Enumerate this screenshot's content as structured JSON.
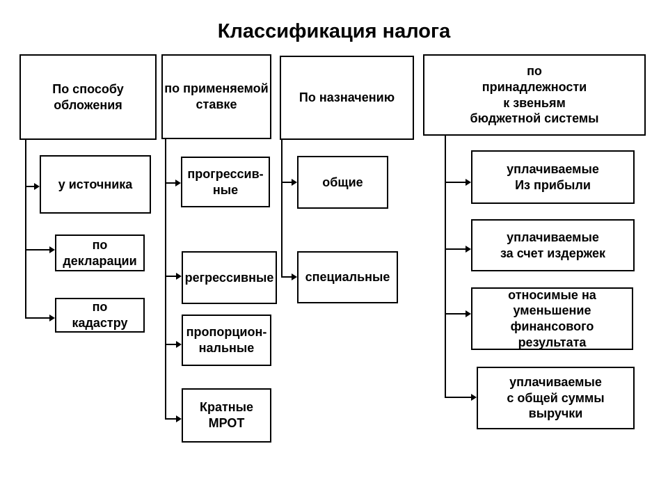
{
  "title": "Классификация налога",
  "colors": {
    "ink": "#000000",
    "background": "#ffffff"
  },
  "columns": [
    {
      "header": "По способу\nобложения",
      "children": [
        {
          "label": "у источника"
        },
        {
          "label": "по\nдекларации"
        },
        {
          "label": "по\nкадастру"
        }
      ]
    },
    {
      "header": "по применяемой\nставке",
      "children": [
        {
          "label": "прогрессив-\nные"
        },
        {
          "label": "регрессивные"
        },
        {
          "label": "пропорцион-\nнальные"
        },
        {
          "label": "Кратные\nМРОТ"
        }
      ]
    },
    {
      "header": "По назначению",
      "children": [
        {
          "label": "общие"
        },
        {
          "label": "специальные"
        }
      ]
    },
    {
      "header": "по\nпринадлежности\nк звеньям\nбюджетной системы",
      "children": [
        {
          "label": "уплачиваемые\nИз прибыли"
        },
        {
          "label": "уплачиваемые\nза счет издержек"
        },
        {
          "label": "относимые на\nуменьшение\nфинансового\nрезультата"
        },
        {
          "label": "уплачиваемые\nс общей суммы\nвыручки"
        }
      ]
    }
  ]
}
